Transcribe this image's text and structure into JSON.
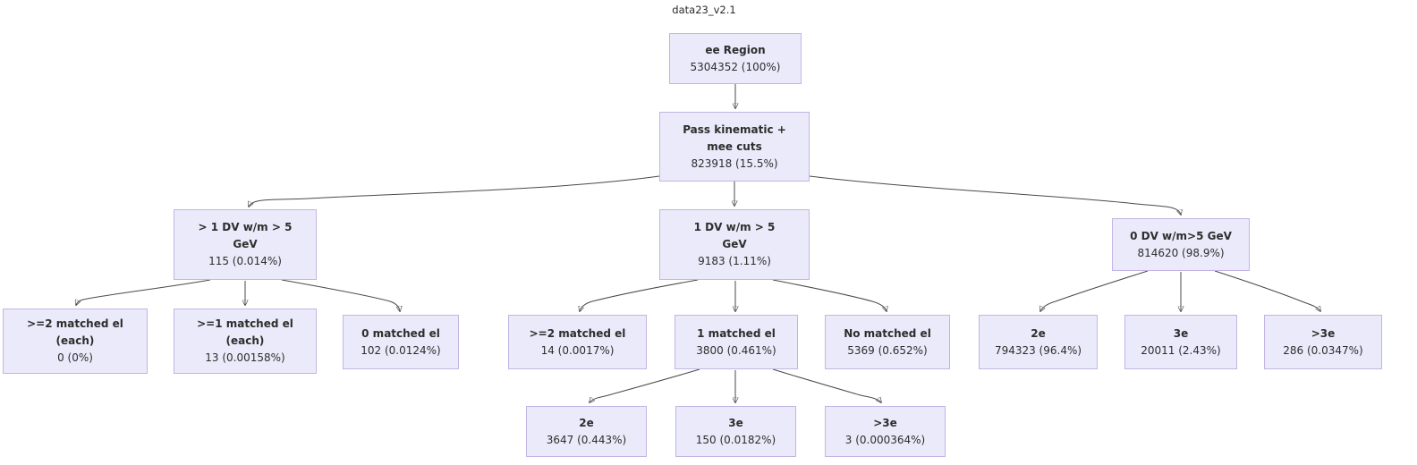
{
  "title": "data23_v2.1",
  "colors": {
    "node_fill": "#ebeafa",
    "node_border": "#c3b4e3",
    "edge": "#4a4a4a",
    "text": "#2d2d2d",
    "background": "#ffffff"
  },
  "nodes": [
    {
      "id": "ee-region",
      "label": "ee Region",
      "count": "5304352 (100%)"
    },
    {
      "id": "pass-kinematic-mee-cuts",
      "label": "Pass kinematic +\nmee cuts",
      "count": "823918 (15.5%)"
    },
    {
      "id": "gt1-dv-wm-gt5gev",
      "label": "> 1 DV w/m > 5\nGeV",
      "count": "115 (0.014%)"
    },
    {
      "id": "1-dv-wm-gt5gev",
      "label": "1 DV w/m > 5\nGeV",
      "count": "9183 (1.11%)"
    },
    {
      "id": "0-dv-wm-gt5gev",
      "label": "0 DV w/m>5 GeV",
      "count": "814620 (98.9%)"
    },
    {
      "id": "ge2-matched-el-each",
      "label": ">=2 matched el\n(each)",
      "count": "0 (0%)"
    },
    {
      "id": "ge1-matched-el-each",
      "label": ">=1 matched el\n(each)",
      "count": "13 (0.00158%)"
    },
    {
      "id": "0-matched-el",
      "label": "0 matched el",
      "count": "102 (0.0124%)"
    },
    {
      "id": "ge2-matched-el",
      "label": ">=2 matched el",
      "count": "14 (0.0017%)"
    },
    {
      "id": "1-matched-el",
      "label": "1 matched el",
      "count": "3800 (0.461%)"
    },
    {
      "id": "no-matched-el",
      "label": "No matched el",
      "count": "5369 (0.652%)"
    },
    {
      "id": "0dv-2e",
      "label": "2e",
      "count": "794323 (96.4%)"
    },
    {
      "id": "0dv-3e",
      "label": "3e",
      "count": "20011 (2.43%)"
    },
    {
      "id": "0dv-gt3e",
      "label": ">3e",
      "count": "286 (0.0347%)"
    },
    {
      "id": "1matched-2e",
      "label": "2e",
      "count": "3647 (0.443%)"
    },
    {
      "id": "1matched-3e",
      "label": "3e",
      "count": "150 (0.0182%)"
    },
    {
      "id": "1matched-gt3e",
      "label": ">3e",
      "count": "3 (0.000364%)"
    }
  ],
  "edges": [
    {
      "from": "ee-region",
      "to": "pass-kinematic-mee-cuts"
    },
    {
      "from": "pass-kinematic-mee-cuts",
      "to": "gt1-dv-wm-gt5gev"
    },
    {
      "from": "pass-kinematic-mee-cuts",
      "to": "1-dv-wm-gt5gev"
    },
    {
      "from": "pass-kinematic-mee-cuts",
      "to": "0-dv-wm-gt5gev"
    },
    {
      "from": "gt1-dv-wm-gt5gev",
      "to": "ge2-matched-el-each"
    },
    {
      "from": "gt1-dv-wm-gt5gev",
      "to": "ge1-matched-el-each"
    },
    {
      "from": "gt1-dv-wm-gt5gev",
      "to": "0-matched-el"
    },
    {
      "from": "1-dv-wm-gt5gev",
      "to": "ge2-matched-el"
    },
    {
      "from": "1-dv-wm-gt5gev",
      "to": "1-matched-el"
    },
    {
      "from": "1-dv-wm-gt5gev",
      "to": "no-matched-el"
    },
    {
      "from": "0-dv-wm-gt5gev",
      "to": "0dv-2e"
    },
    {
      "from": "0-dv-wm-gt5gev",
      "to": "0dv-3e"
    },
    {
      "from": "0-dv-wm-gt5gev",
      "to": "0dv-gt3e"
    },
    {
      "from": "1-matched-el",
      "to": "1matched-2e"
    },
    {
      "from": "1-matched-el",
      "to": "1matched-3e"
    },
    {
      "from": "1-matched-el",
      "to": "1matched-gt3e"
    }
  ]
}
